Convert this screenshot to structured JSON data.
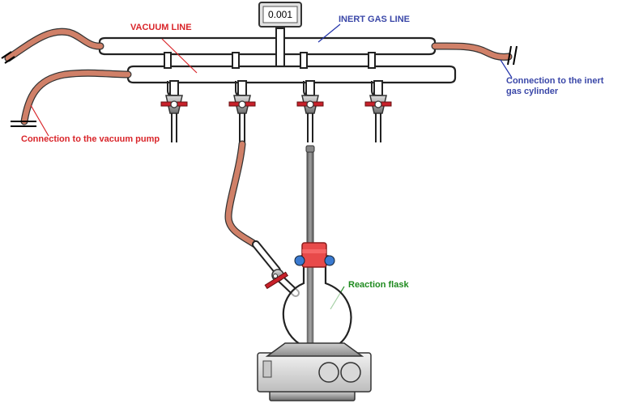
{
  "labels": {
    "vacuum_line": "VACUUM LINE",
    "inert_gas_line": "INERT GAS LINE",
    "inert_gas_cylinder": "Connection to the inert gas cylinder",
    "vacuum_pump": "Connection to the vacuum pump",
    "reaction_flask": "Reaction flask"
  },
  "gauge": {
    "reading": "0.001"
  },
  "colors": {
    "vacuum_label": "#d9252a",
    "inert_label": "#3a47a8",
    "flask_label": "#1e8a1e",
    "tubing": "#d08068",
    "stopcock_red": "#c8202a",
    "clamp": "#e84a4a"
  }
}
